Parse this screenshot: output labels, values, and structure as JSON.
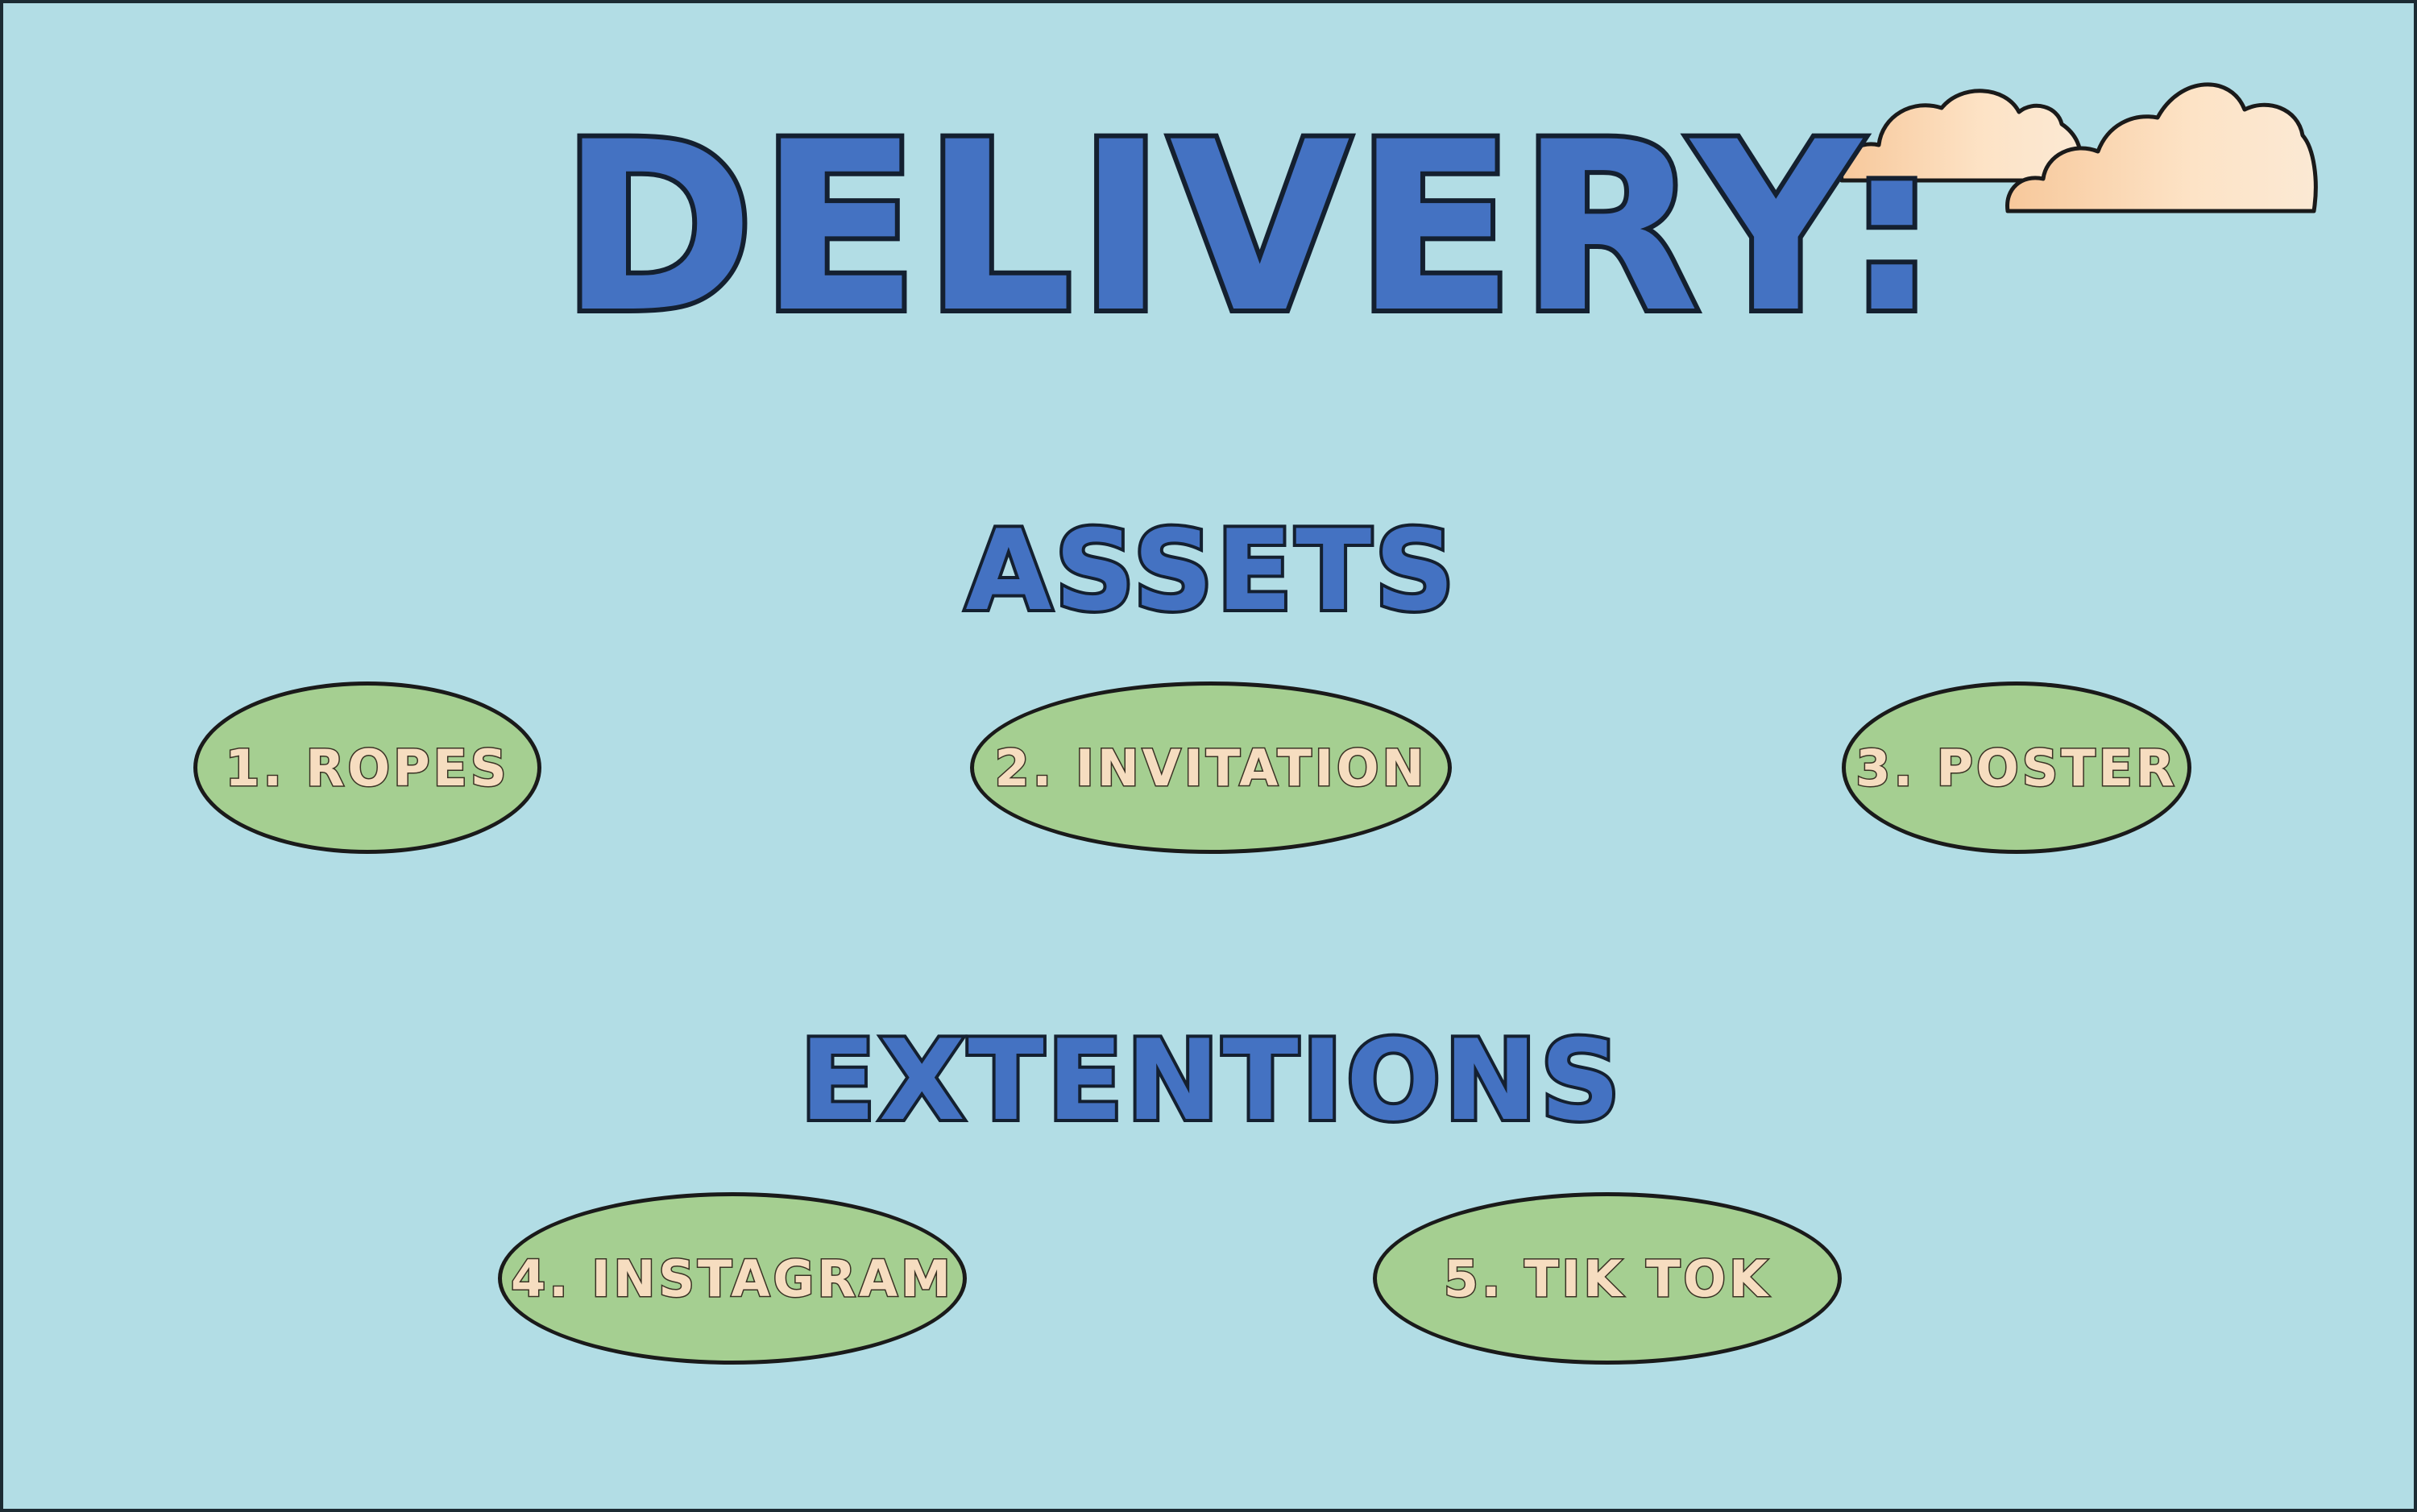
{
  "title": "DELIVERY:",
  "sections": {
    "assets": {
      "heading": "ASSETS",
      "items": [
        {
          "label": "1. ROPES"
        },
        {
          "label": "2. INVITATION"
        },
        {
          "label": "3. POSTER"
        }
      ]
    },
    "extensions": {
      "heading": "EXTENTIONS",
      "items": [
        {
          "label": "4. INSTAGRAM"
        },
        {
          "label": "5. TIK TOK"
        }
      ]
    }
  },
  "colors": {
    "background": "#b2dde5",
    "heading_fill": "#4472c2",
    "pill_fill": "#a5cf91",
    "pill_text": "#f6ddc0",
    "cloud_fill": "#fbd7b2",
    "outline": "#142030"
  },
  "icons": [
    "cloud-icon",
    "cloud-icon"
  ]
}
